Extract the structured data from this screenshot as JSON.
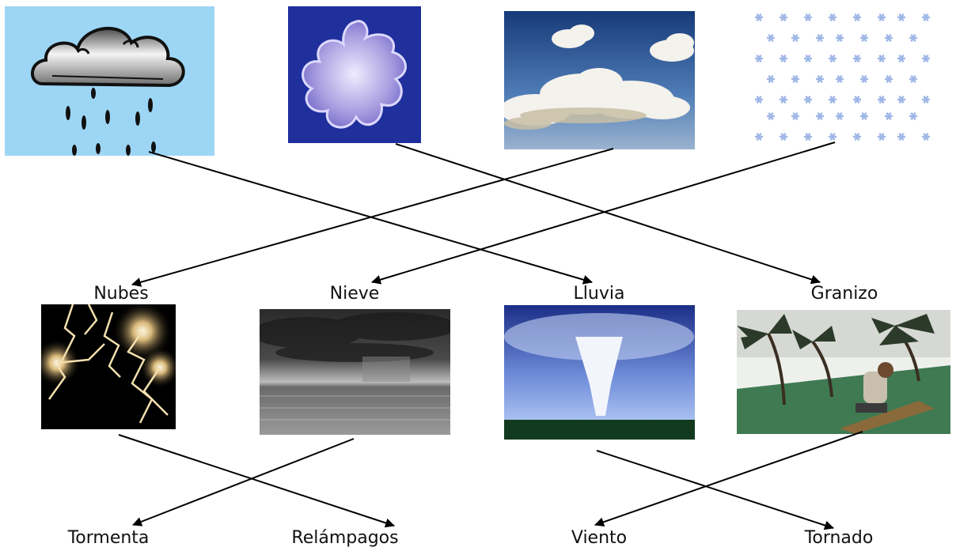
{
  "top_row": {
    "images": [
      {
        "id": "rain-cloud",
        "icon": "rain-cloud-icon"
      },
      {
        "id": "snowflake",
        "icon": "snowflake-icon"
      },
      {
        "id": "clouds-sky",
        "icon": "clouds-icon"
      },
      {
        "id": "snow-pattern",
        "icon": "snow-pattern-icon"
      }
    ],
    "labels": [
      "Nubes",
      "Nieve",
      "Lluvia",
      "Granizo"
    ]
  },
  "bottom_row": {
    "images": [
      {
        "id": "lightning",
        "icon": "lightning-icon"
      },
      {
        "id": "storm-sea",
        "icon": "storm-icon"
      },
      {
        "id": "tornado",
        "icon": "tornado-icon"
      },
      {
        "id": "wind-palms",
        "icon": "wind-icon"
      }
    ],
    "labels": [
      "Tormenta",
      "Relámpagos",
      "Viento",
      "Tornado"
    ]
  },
  "matches": [
    {
      "from": "rain-cloud",
      "to": "Lluvia"
    },
    {
      "from": "snowflake",
      "to": "Granizo"
    },
    {
      "from": "clouds-sky",
      "to": "Nubes"
    },
    {
      "from": "snow-pattern",
      "to": "Nieve"
    },
    {
      "from": "lightning",
      "to": "Relámpagos"
    },
    {
      "from": "storm-sea",
      "to": "Tormenta"
    },
    {
      "from": "tornado",
      "to": "Tornado"
    },
    {
      "from": "wind-palms",
      "to": "Viento"
    }
  ],
  "colors": {
    "arrow": "#000000",
    "text": "#111111",
    "background": "#ffffff"
  }
}
